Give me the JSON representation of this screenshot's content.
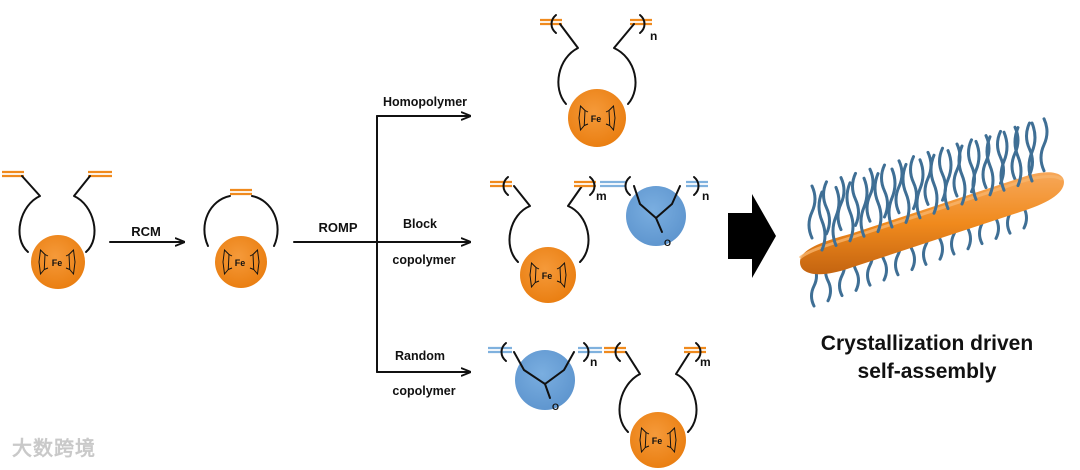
{
  "labels": {
    "rcm": "RCM",
    "romp": "ROMP",
    "homopolymer": "Homopolymer",
    "block_1": "Block",
    "block_2": "copolymer",
    "random_1": "Random",
    "random_2": "copolymer",
    "cdsa_1": "Crystallization driven",
    "cdsa_2": "self-assembly",
    "fe": "Fe",
    "n": "n",
    "m": "m"
  },
  "watermark": "大数跨境",
  "colors": {
    "orange": "#f08a1d",
    "blue": "#6a9fd4",
    "corona": "#3f6f95",
    "double_bond_orange": "#f08a1d",
    "double_bond_blue": "#7fb1de"
  }
}
